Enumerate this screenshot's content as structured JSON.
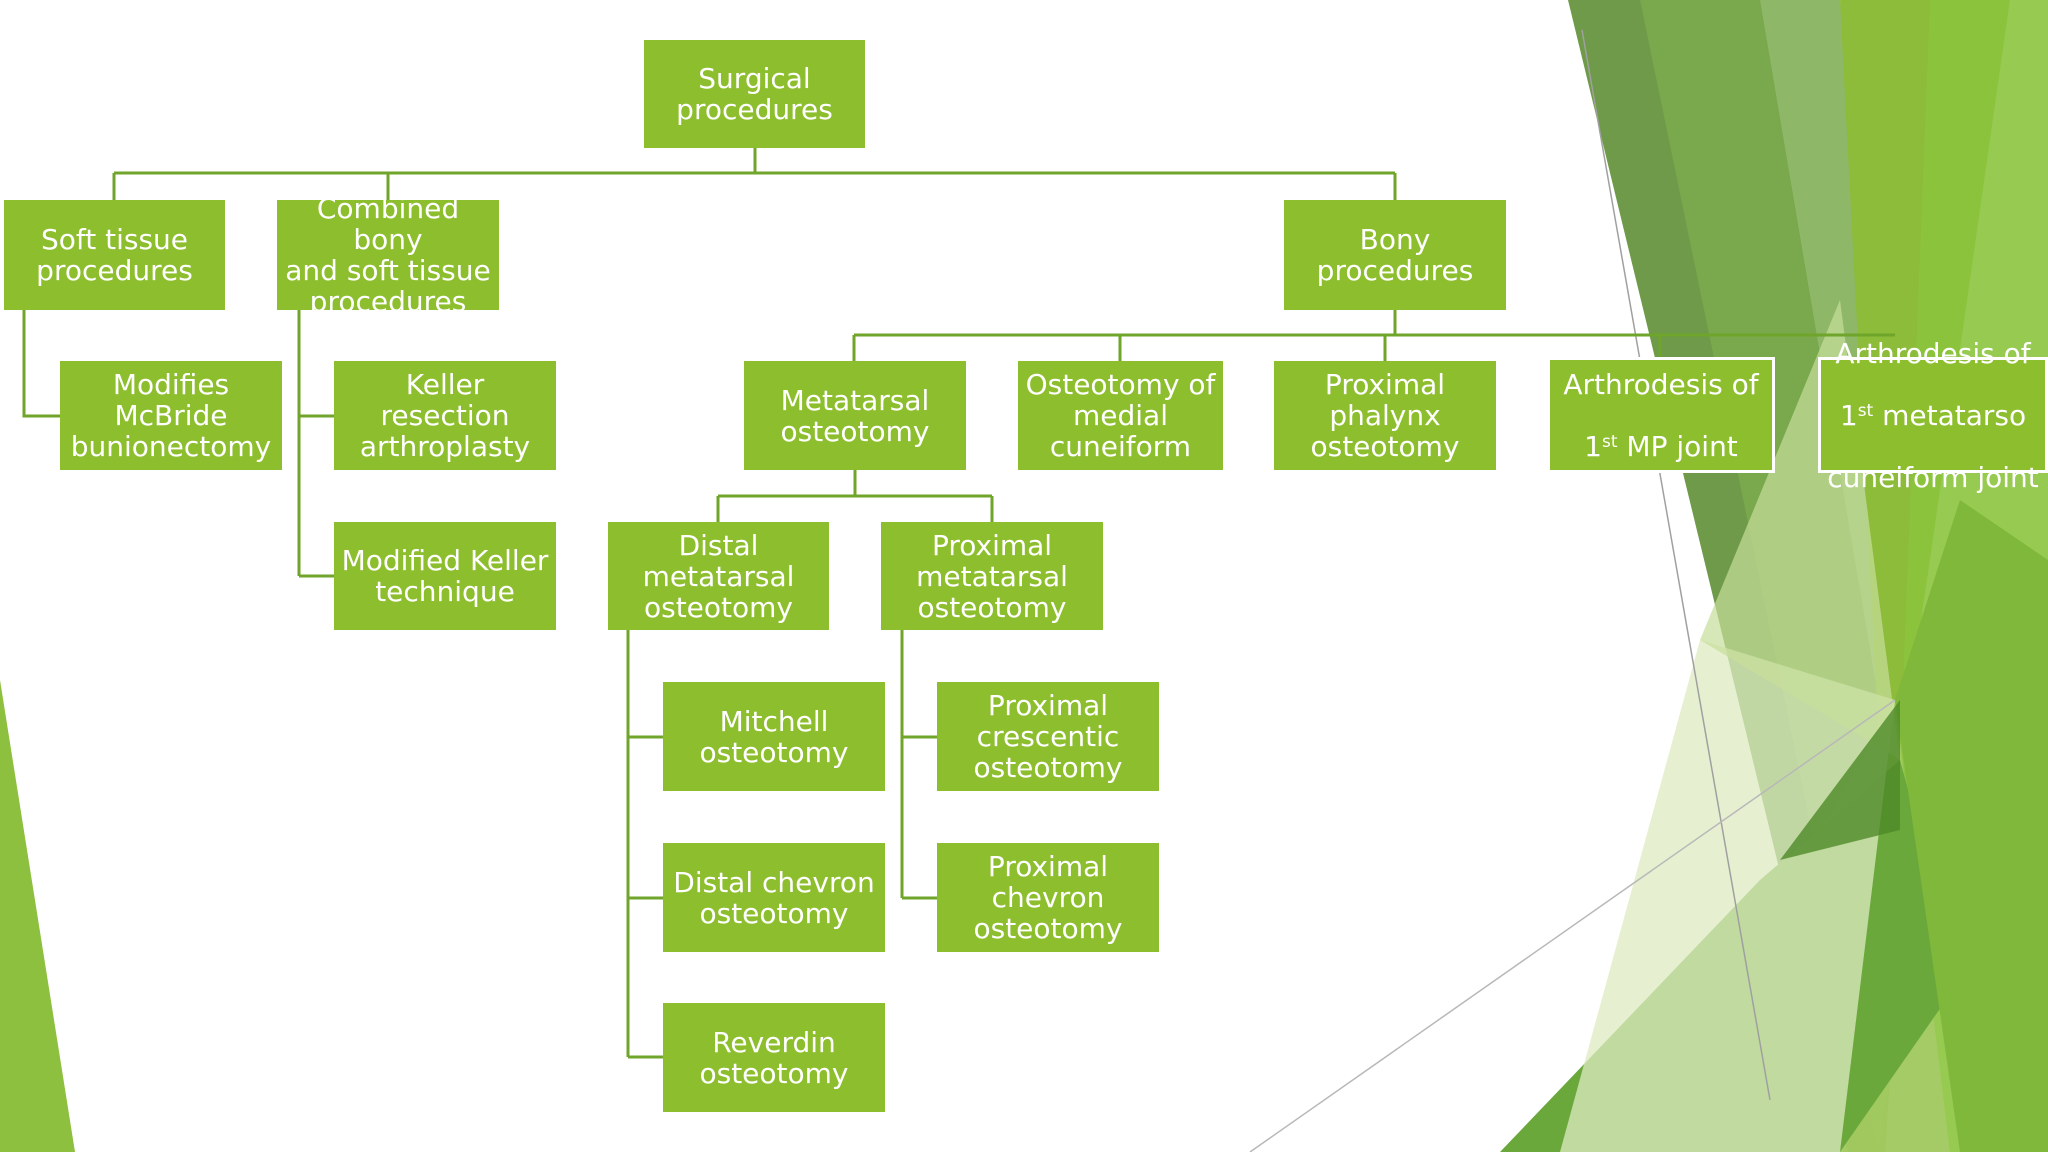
{
  "colors": {
    "node_fill": "#8DBE2D",
    "connector": "#6FA52A",
    "text": "#FFFFFF"
  },
  "root": {
    "label": "Surgical\nprocedures"
  },
  "soft_tissue": {
    "label": "Soft tissue\nprocedures"
  },
  "mcbride": {
    "label": "Modifies\nMcBride\nbunionectomy"
  },
  "combined": {
    "label": "Combined bony\nand soft tissue\nprocedures"
  },
  "keller": {
    "label": "Keller resection\narthroplasty"
  },
  "modified_keller": {
    "label": "Modified Keller\ntechnique"
  },
  "bony": {
    "label": "Bony procedures"
  },
  "metatarsal": {
    "label": "Metatarsal\nosteotomy"
  },
  "medial_cuneiform": {
    "label": "Osteotomy of\nmedial\ncuneiform"
  },
  "proximal_phalynx": {
    "label": "Proximal\nphalynx\nosteotomy"
  },
  "arthrodesis_mp": {
    "pre": "Arthrodesis of",
    "num": "1",
    "sup": "st",
    "post": " MP joint"
  },
  "arthrodesis_mc": {
    "pre": "Arthrodesis of",
    "num": "1",
    "sup": "st",
    "post": " metatarso",
    "line3": "cuneiform joint"
  },
  "distal_metatarsal": {
    "label": "Distal\nmetatarsal\nosteotomy"
  },
  "proximal_metatarsal": {
    "label": "Proximal\nmetatarsal\nosteotomy"
  },
  "mitchell": {
    "label": "Mitchell\nosteotomy"
  },
  "distal_chevron": {
    "label": "Distal chevron\nosteotomy"
  },
  "reverdin": {
    "label": "Reverdin\nosteotomy"
  },
  "proximal_crescentic": {
    "label": "Proximal\ncrescentic\nosteotomy"
  },
  "proximal_chevron": {
    "label": "Proximal\nchevron\nosteotomy"
  }
}
